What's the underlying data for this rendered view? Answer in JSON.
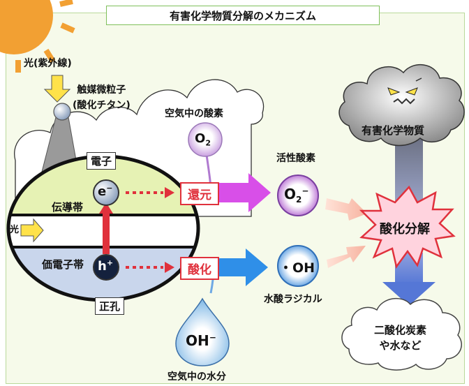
{
  "title": "有害化学物質分解のメカニズム",
  "light": {
    "label": "光(紫外線)",
    "band_label": "光"
  },
  "catalyst": {
    "line1": "触媒微粒子",
    "line2": "(酸化チタン)"
  },
  "bands": {
    "conduction": "伝導帯",
    "valence": "価電子帯",
    "electron_label": "電子",
    "hole_label": "正孔",
    "electron_symbol": "e",
    "electron_sup": "−",
    "hole_symbol": "h",
    "hole_sup": "+"
  },
  "oxygen": {
    "label": "空気中の酸素",
    "symbol": "O",
    "sub": "2"
  },
  "reactions": {
    "reduction": "還元",
    "oxidation": "酸化"
  },
  "active_oxygen": {
    "label": "活性酸素",
    "symbol": "O",
    "sub": "2",
    "sup": "−"
  },
  "hydroxyl": {
    "symbol": "・OH",
    "label": "水酸ラジカル"
  },
  "water": {
    "symbol": "OH",
    "sup": "−",
    "label": "空気中の水分"
  },
  "harmful": {
    "label": "有害化学物質"
  },
  "decomposition": {
    "label": "酸化分解"
  },
  "result": {
    "line1": "二酸化炭素",
    "line2": "や水など"
  },
  "colors": {
    "reduction_arrow": "#d84fe8",
    "oxidation_arrow": "#2f8fe8",
    "red_accent": "#e0313c",
    "conduction_band": "#e6f2b4",
    "valence_band": "#c9d6ec",
    "sun": "#f2a033",
    "burst_fill": "#ffd3de"
  }
}
